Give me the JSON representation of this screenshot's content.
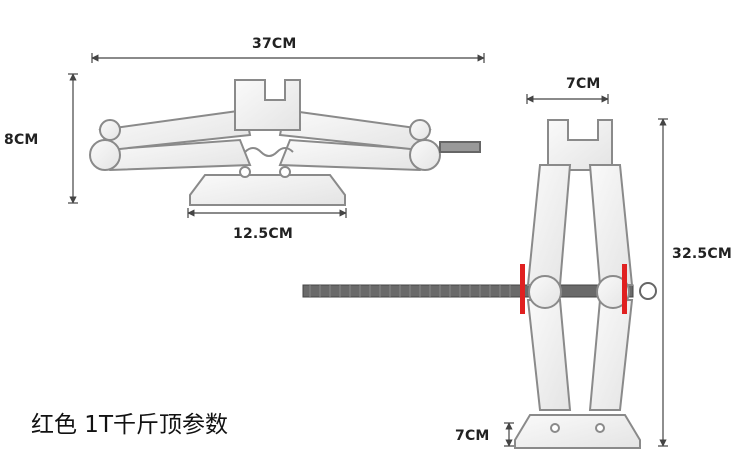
{
  "dimensions": {
    "collapsed_length": "37CM",
    "collapsed_height": "8CM",
    "base_length": "12.5CM",
    "top_width": "7CM",
    "extended_height": "32.5CM",
    "base_height": "7CM"
  },
  "caption": "红色 1T千斤顶参数",
  "colors": {
    "line": "#444444",
    "outline": "#8a8a8a",
    "accent": "#e02020",
    "rod": "#555555"
  },
  "icons": [
    "scissor-jack-collapsed-icon",
    "scissor-jack-extended-icon"
  ]
}
